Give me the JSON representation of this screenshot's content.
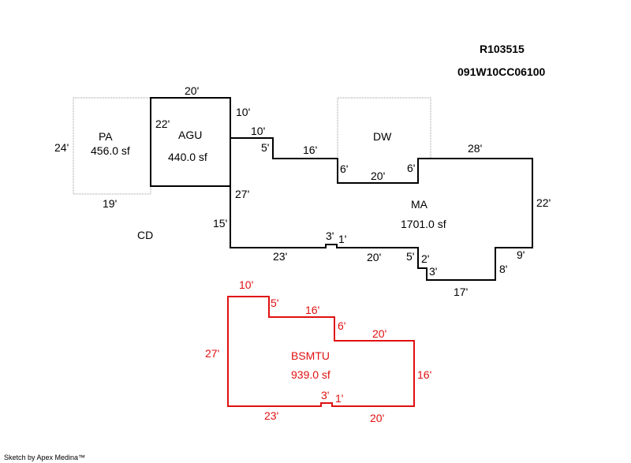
{
  "header": {
    "parcel_id": "R103515",
    "map_number": "091W10CC06100"
  },
  "colors": {
    "line": "#000000",
    "dotted": "#999999",
    "basement": "#e01010"
  },
  "areas": {
    "pa": {
      "name": "PA",
      "area": "456.0 sf"
    },
    "agu": {
      "name": "AGU",
      "area": "440.0 sf"
    },
    "dw": {
      "name": "DW"
    },
    "ma": {
      "name": "MA",
      "area": "1701.0 sf"
    },
    "cd": {
      "name": "CD"
    },
    "bsmtu": {
      "name": "BSMTU",
      "area": "939.0 sf"
    }
  },
  "dims": {
    "pa_left": "24'",
    "pa_bottom": "19'",
    "agu_top": "20'",
    "agu_left": "22'",
    "ma_left_top": "10'",
    "ma_step_top": "10'",
    "ma_step_5": "5'",
    "ma_16": "16'",
    "ma_dw_left": "6'",
    "ma_dw_bottom": "20'",
    "ma_dw_right": "6'",
    "ma_top_right": "28'",
    "ma_right": "22'",
    "ma_27": "27'",
    "ma_15": "15'",
    "ma_bottom_23": "23'",
    "ma_bump_3": "3'",
    "ma_bump_1": "1'",
    "ma_bottom_20": "20'",
    "ma_step_5b": "5'",
    "ma_step_2": "2'",
    "ma_step_3": "3'",
    "ma_bottom_17": "17'",
    "ma_8": "8'",
    "ma_9": "9'",
    "b_top_10": "10'",
    "b_5": "5'",
    "b_16": "16'",
    "b_6": "6'",
    "b_20_top": "20'",
    "b_left_27": "27'",
    "b_right_16": "16'",
    "b_bump_3": "3'",
    "b_bump_1": "1'",
    "b_bottom_23": "23'",
    "b_bottom_20": "20'"
  },
  "footer": {
    "credit": "Sketch by Apex Medina™"
  }
}
